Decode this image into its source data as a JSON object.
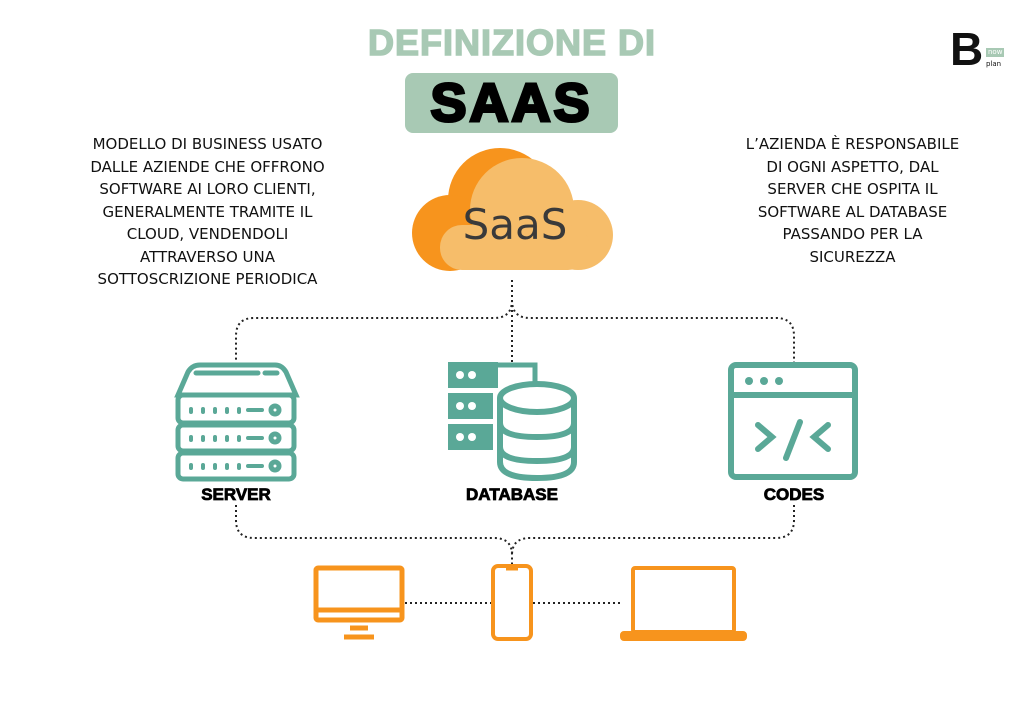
{
  "header": {
    "title_line1": "DEFINIZIONE DI",
    "title_line2": "SAAS"
  },
  "logo": {
    "letter": "B",
    "sub1": "plan",
    "sub2": "now"
  },
  "left_text": "MODELLO DI BUSINESS USATO DALLE AZIENDE CHE OFFRONO SOFTWARE AI LORO CLIENTI, GENERALMENTE TRAMITE IL CLOUD, VENDENDOLI ATTRAVERSO UNA SOTTOSCRIZIONE PERIODICA",
  "right_text": "L’AZIENDA È RESPONSABILE DI OGNI ASPETTO, DAL SERVER CHE OSPITA IL SOFTWARE AL DATABASE PASSANDO PER LA SICUREZZA",
  "cloud_label": "SaaS",
  "nodes": {
    "server": "SERVER",
    "database": "DATABASE",
    "codes": "CODES"
  },
  "colors": {
    "teal": "#5aa897",
    "header": "#a8c9b4",
    "orange": "#f7941d",
    "cloud_light": "#f6bd6a"
  }
}
